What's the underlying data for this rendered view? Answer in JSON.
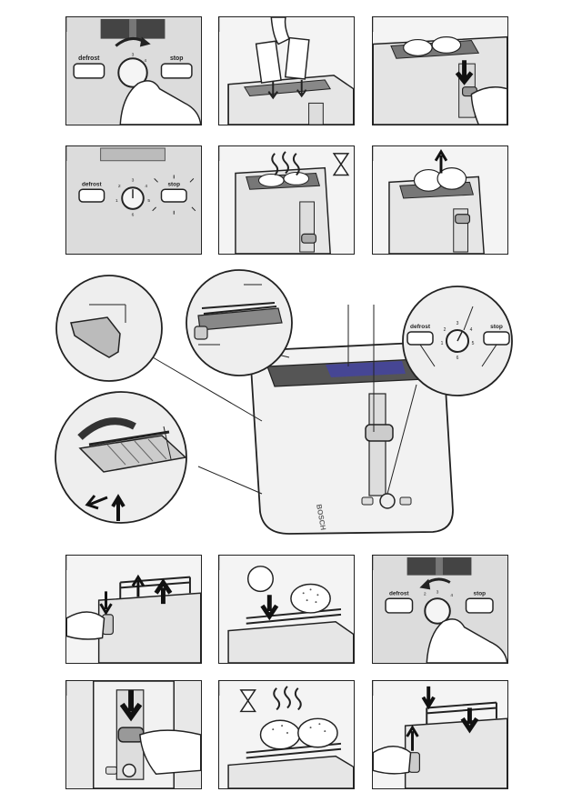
{
  "controls": {
    "defrost_label": "defrost",
    "stop_label": "stop",
    "dial_numbers": [
      "1",
      "2",
      "3",
      "4",
      "5",
      "6"
    ]
  },
  "brand": "BOSCH"
}
